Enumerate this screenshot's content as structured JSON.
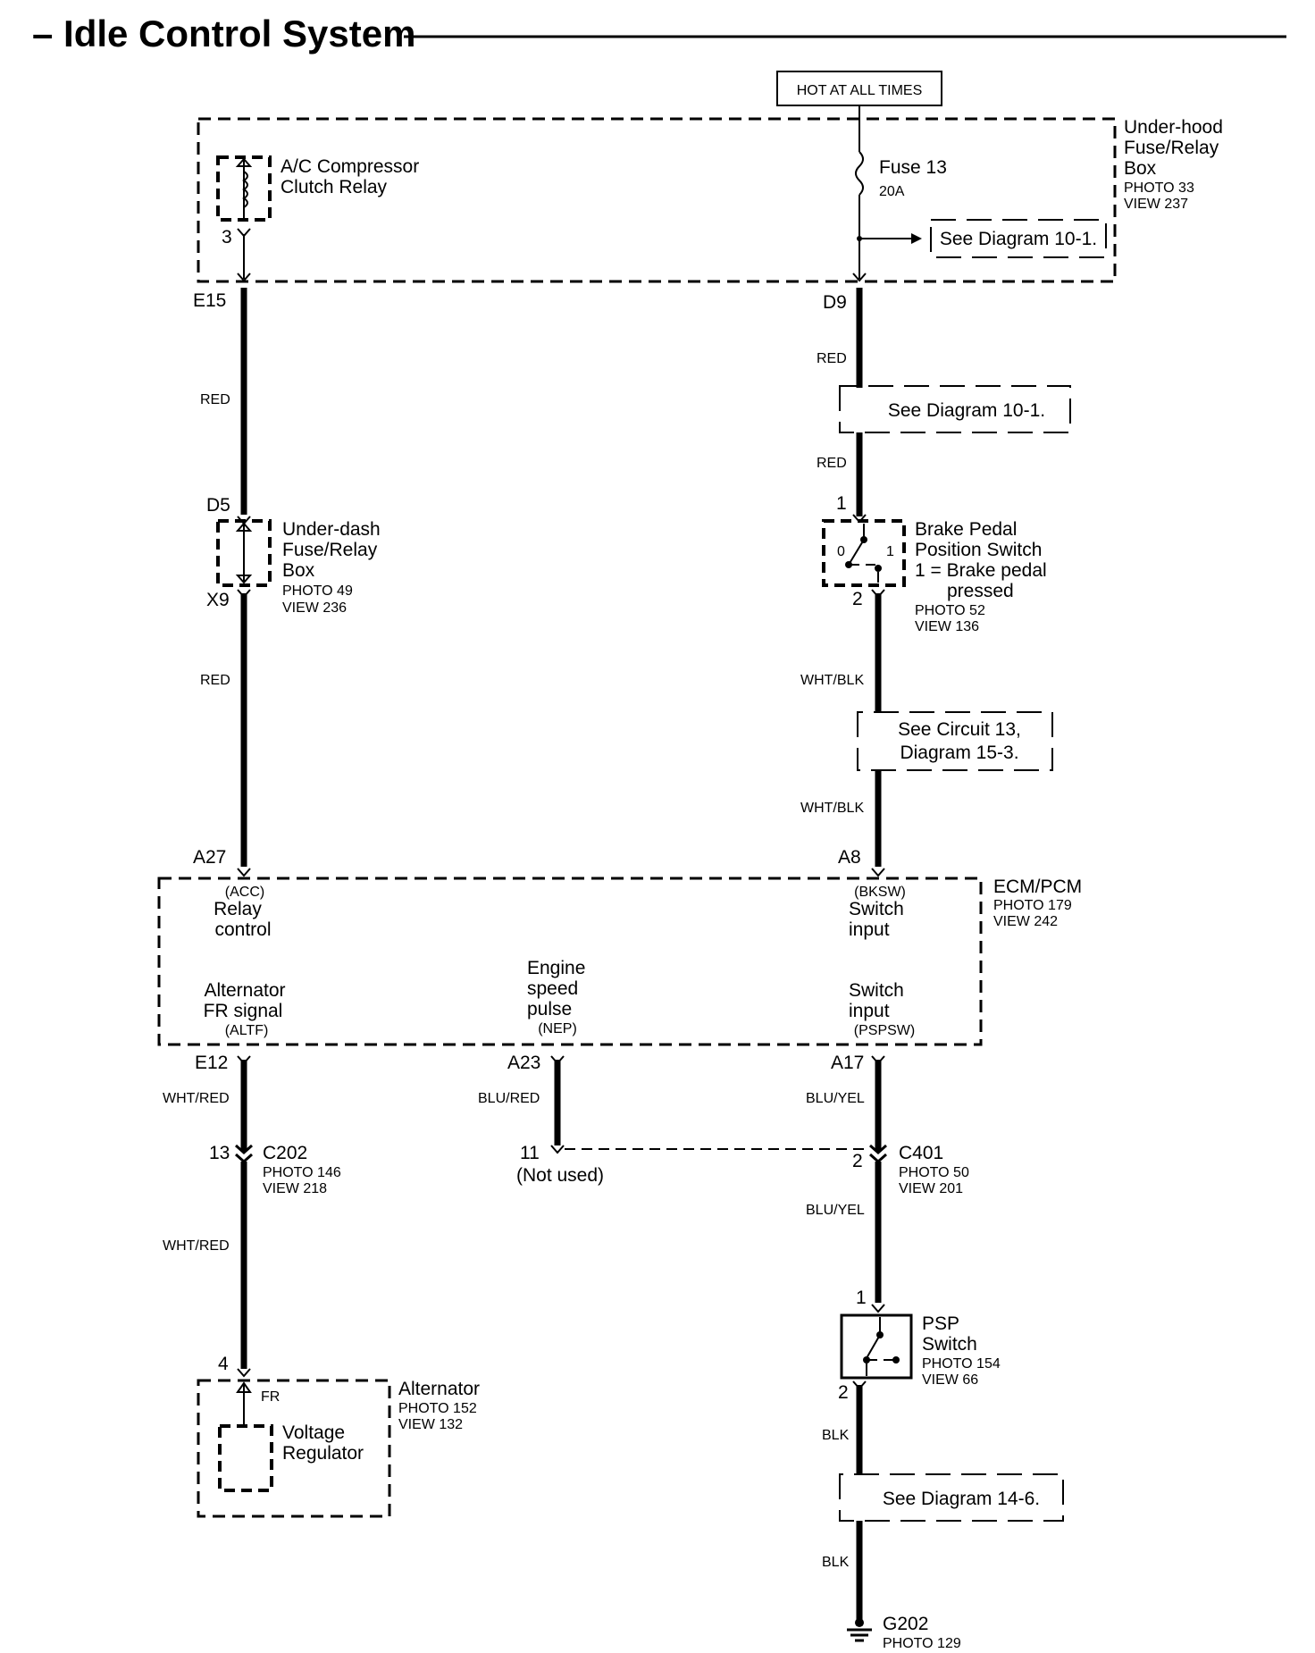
{
  "title": "– Idle Control System",
  "hot_label": "HOT AT ALL TIMES",
  "underhood_box": {
    "line1": "Under-hood",
    "line2": "Fuse/Relay",
    "line3": "Box",
    "photo": "PHOTO 33",
    "view": "VIEW 237"
  },
  "ac_relay": {
    "line1": "A/C Compressor",
    "line2": "Clutch Relay",
    "pin": "3"
  },
  "fuse": {
    "name": "Fuse 13",
    "rating": "20A"
  },
  "see_10_1_a": "See  Diagram 10-1.",
  "see_10_1_b": "See  Diagram 10-1.",
  "see_circuit_13": {
    "line1": "See Circuit 13,",
    "line2": "Diagram 15-3."
  },
  "see_14_6": "See  Diagram 14-6.",
  "underdash_box": {
    "line1": "Under-dash",
    "line2": "Fuse/Relay",
    "line3": "Box",
    "photo": "PHOTO 49",
    "view": "VIEW 236"
  },
  "brake_switch": {
    "line1": "Brake Pedal",
    "line2": "Position Switch",
    "line3": "1 = Brake pedal",
    "line4": "pressed",
    "photo": "PHOTO 52",
    "view": "VIEW 136",
    "pos0": "0",
    "pos1": "1"
  },
  "ecm": {
    "name": "ECM/PCM",
    "photo": "PHOTO 179",
    "view": "VIEW 242",
    "acc": "(ACC)",
    "relay1": "Relay",
    "relay2": "control",
    "bksw": "(BKSW)",
    "sw1": "Switch",
    "sw2": "input",
    "alt1": "Alternator",
    "alt2": "FR signal",
    "altf": "(ALTF)",
    "eng1": "Engine",
    "eng2": "speed",
    "eng3": "pulse",
    "nep": "(NEP)",
    "psp1": "Switch",
    "psp2": "input",
    "pspsw": "(PSPSW)"
  },
  "connectors": {
    "e15": "E15",
    "d9": "D9",
    "d5": "D5",
    "x9": "X9",
    "a27": "A27",
    "a8": "A8",
    "e12": "E12",
    "a23": "A23",
    "a17": "A17",
    "p1_brake": "1",
    "p2_brake": "2",
    "c202": "C202",
    "c202_pin": "13",
    "c202_photo": "PHOTO 146",
    "c202_view": "VIEW 218",
    "pin11": "11",
    "not_used": "(Not used)",
    "c401": "C401",
    "c401_pin": "2",
    "c401_photo": "PHOTO 50",
    "c401_view": "VIEW 201",
    "psp_pin1": "1",
    "psp_pin2": "2",
    "alt_pin": "4"
  },
  "wires": {
    "red1": "RED",
    "red2": "RED",
    "red3": "RED",
    "red4": "RED",
    "whtblk1": "WHT/BLK",
    "whtblk2": "WHT/BLK",
    "whtred1": "WHT/RED",
    "whtred2": "WHT/RED",
    "blured": "BLU/RED",
    "bluyel1": "BLU/YEL",
    "bluyel2": "BLU/YEL",
    "blk1": "BLK",
    "blk2": "BLK"
  },
  "psp_switch": {
    "line1": "PSP",
    "line2": "Switch",
    "photo": "PHOTO 154",
    "view": "VIEW 66"
  },
  "alternator": {
    "name": "Alternator",
    "photo": "PHOTO 152",
    "view": "VIEW 132",
    "fr": "FR",
    "vr1": "Voltage",
    "vr2": "Regulator"
  },
  "ground": {
    "name": "G202",
    "photo": "PHOTO 129"
  }
}
